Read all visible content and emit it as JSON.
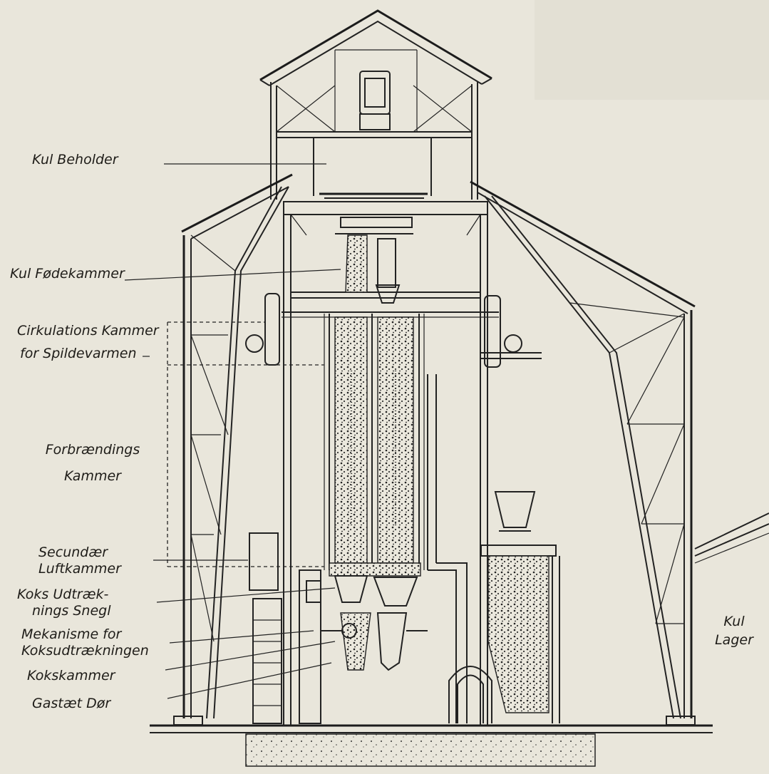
{
  "diagram": {
    "labels": {
      "kul_beholder": "Kul Beholder",
      "kul_fodekammer": "Kul Fødekammer",
      "cirkulations_1": "Cirkulations Kammer",
      "cirkulations_2": "for Spildevarmen",
      "forbraendings_1": "Forbrændings",
      "forbraendings_2": "Kammer",
      "secundaer_1": "Secundær",
      "secundaer_2": "Luftkammer",
      "koks_udtraek_1": "Koks Udtræk-",
      "koks_udtraek_2": "nings Snegl",
      "mekanisme_1": "Mekanisme for",
      "mekanisme_2": "Koksudtrækningen",
      "kokskammer": "Kokskammer",
      "gastaet_dor": "Gastæt Dør",
      "kul_lager_1": "Kul",
      "kul_lager_2": "Lager"
    },
    "colors": {
      "paper": "#e9e6db",
      "ink": "#222222"
    }
  }
}
